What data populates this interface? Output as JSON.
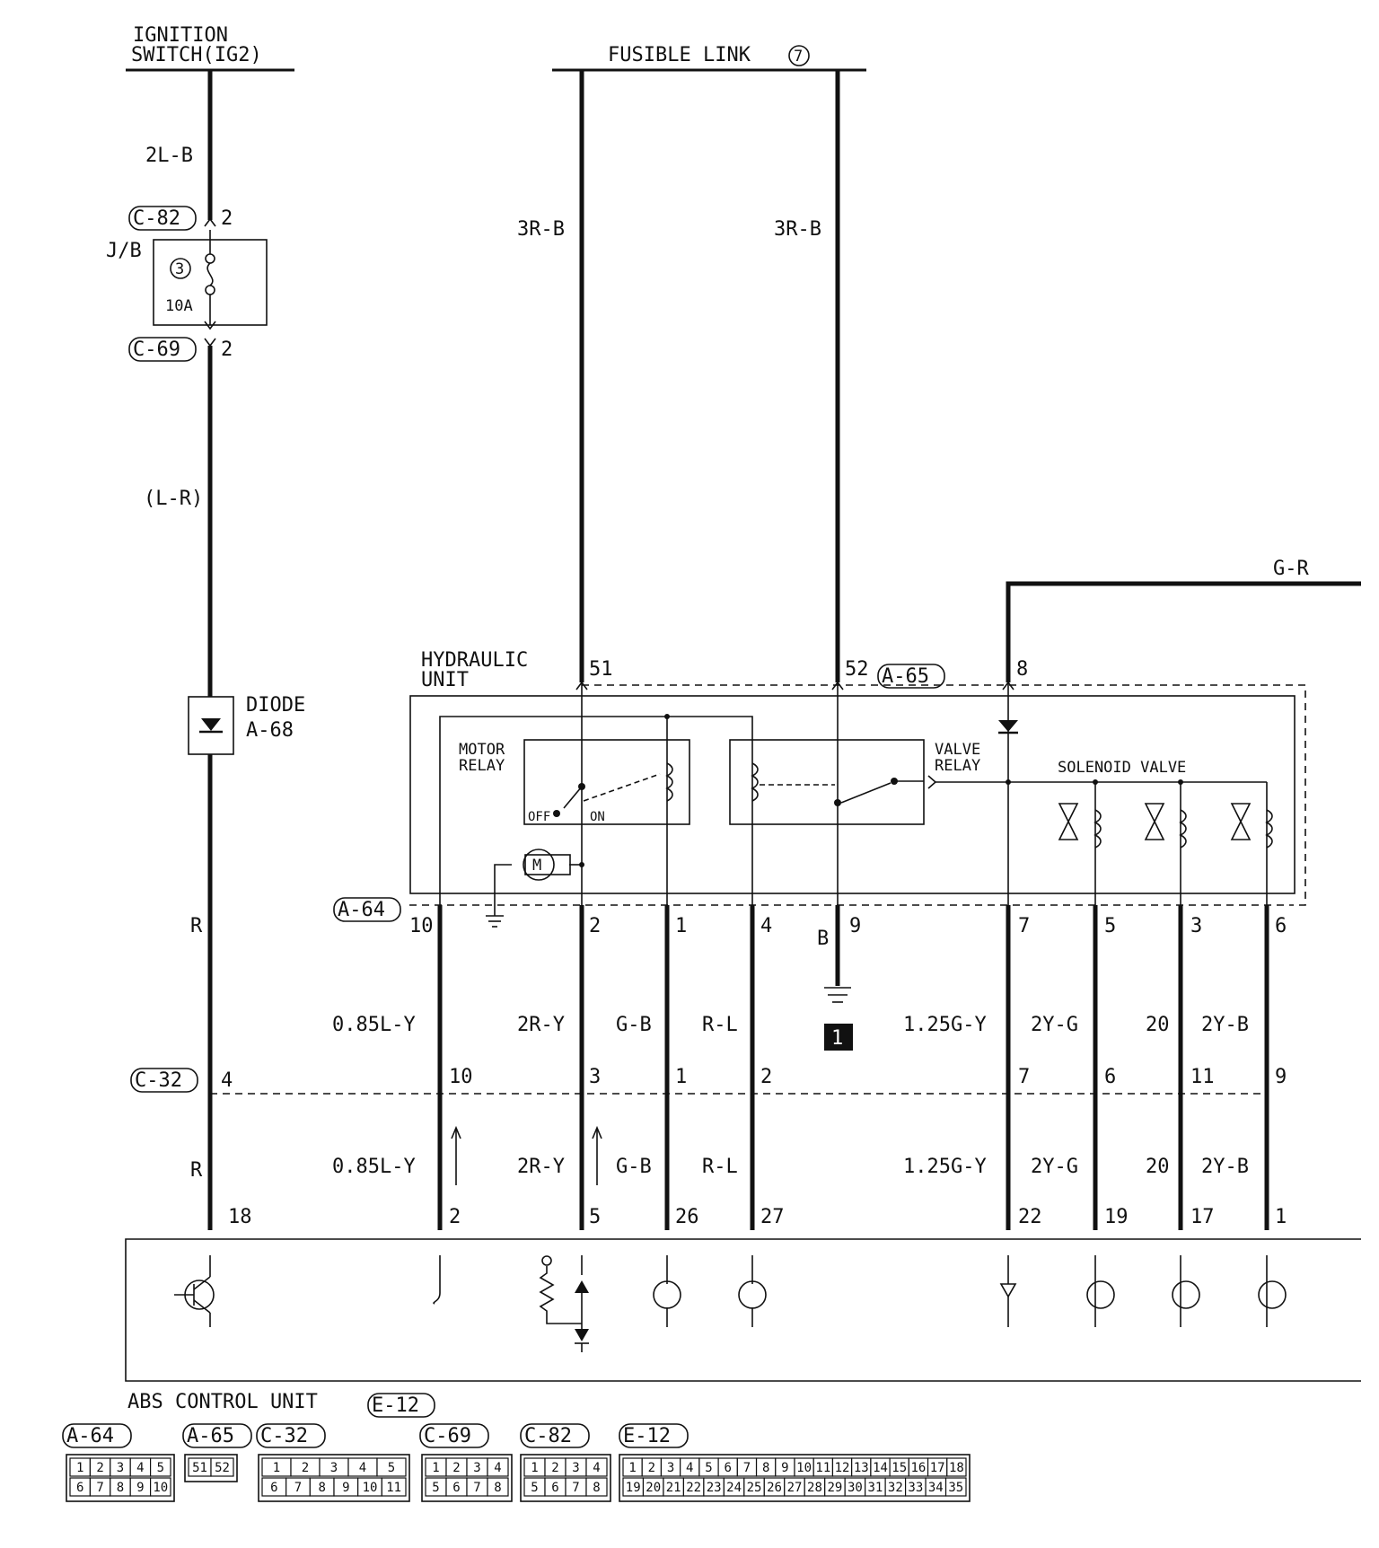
{
  "sources": {
    "ignition_line1": "IGNITION",
    "ignition_line2": "SWITCH(IG2)",
    "fusible_link": "FUSIBLE LINK",
    "fusible_link_num": "7"
  },
  "labels": {
    "jb": "J/B",
    "fuse_num": "3",
    "fuse_rating": "10A",
    "hydraulic_line1": "HYDRAULIC",
    "hydraulic_line2": "UNIT",
    "motor_relay_line1": "MOTOR",
    "motor_relay_line2": "RELAY",
    "valve_relay_line1": "VALVE",
    "valve_relay_line2": "RELAY",
    "off": "OFF",
    "on": "ON",
    "solenoid_valve": "SOLENOID VALVE",
    "motor": "M",
    "diode_line1": "DIODE",
    "diode_line2": "A-68",
    "ground_num": "1",
    "abs_unit": "ABS CONTROL UNIT",
    "abs_unit_conn": "E-12"
  },
  "connectors": {
    "c82": "C-82",
    "c69": "C-69",
    "a64": "A-64",
    "a65": "A-65",
    "c32": "C-32"
  },
  "wires": {
    "w2lb": "2L-B",
    "wlr": "(L-R)",
    "wr_upper": "R",
    "wr_lower": "R",
    "w3rb_left": "3R-B",
    "w3rb_right": "3R-B",
    "wgr": "G-R",
    "wb": "B",
    "upper_colors": [
      "0.85L-Y",
      "2R-Y",
      "G-B",
      "R-L",
      "1.25G-Y",
      "2Y-G",
      "20",
      "2Y-B"
    ],
    "lower_colors": [
      "0.85L-Y",
      "2R-Y",
      "G-B",
      "R-L",
      "1.25G-Y",
      "2Y-G",
      "20",
      "2Y-B"
    ]
  },
  "pins": {
    "c82_pin": "2",
    "c69_pin": "2",
    "c32_pin_ig": "4",
    "pin51": "51",
    "pin52": "52",
    "pin8": "8",
    "a64_pins": [
      "10",
      "2",
      "1",
      "4",
      "9",
      "7",
      "5",
      "3",
      "6"
    ],
    "c32_pins": [
      "10",
      "3",
      "1",
      "2",
      "7",
      "6",
      "11",
      "9"
    ],
    "e12_pins": [
      "18",
      "2",
      "5",
      "26",
      "27",
      "22",
      "19",
      "17",
      "1"
    ]
  },
  "legend": {
    "a64": {
      "title": "A-64",
      "row1": [
        "1",
        "2",
        "3",
        "4",
        "5"
      ],
      "row2": [
        "6",
        "7",
        "8",
        "9",
        "10"
      ]
    },
    "a65": {
      "title": "A-65",
      "row1": [
        "51",
        "52"
      ]
    },
    "c32": {
      "title": "C-32",
      "row1": [
        "1",
        "2",
        "3",
        "4",
        "5"
      ],
      "row2": [
        "6",
        "7",
        "8",
        "9",
        "10",
        "11"
      ]
    },
    "c69": {
      "title": "C-69",
      "row1": [
        "1",
        "2",
        "3",
        "4"
      ],
      "row2": [
        "5",
        "6",
        "7",
        "8"
      ]
    },
    "c82": {
      "title": "C-82",
      "row1": [
        "1",
        "2",
        "3",
        "4"
      ],
      "row2": [
        "5",
        "6",
        "7",
        "8"
      ]
    },
    "e12": {
      "title": "E-12",
      "row1": [
        "1",
        "2",
        "3",
        "4",
        "5",
        "6",
        "7",
        "8",
        "9",
        "10",
        "11",
        "12",
        "13",
        "14",
        "15",
        "16",
        "17",
        "18"
      ],
      "row2": [
        "19",
        "20",
        "21",
        "22",
        "23",
        "24",
        "25",
        "26",
        "27",
        "28",
        "29",
        "30",
        "31",
        "32",
        "33",
        "34",
        "35"
      ]
    }
  }
}
